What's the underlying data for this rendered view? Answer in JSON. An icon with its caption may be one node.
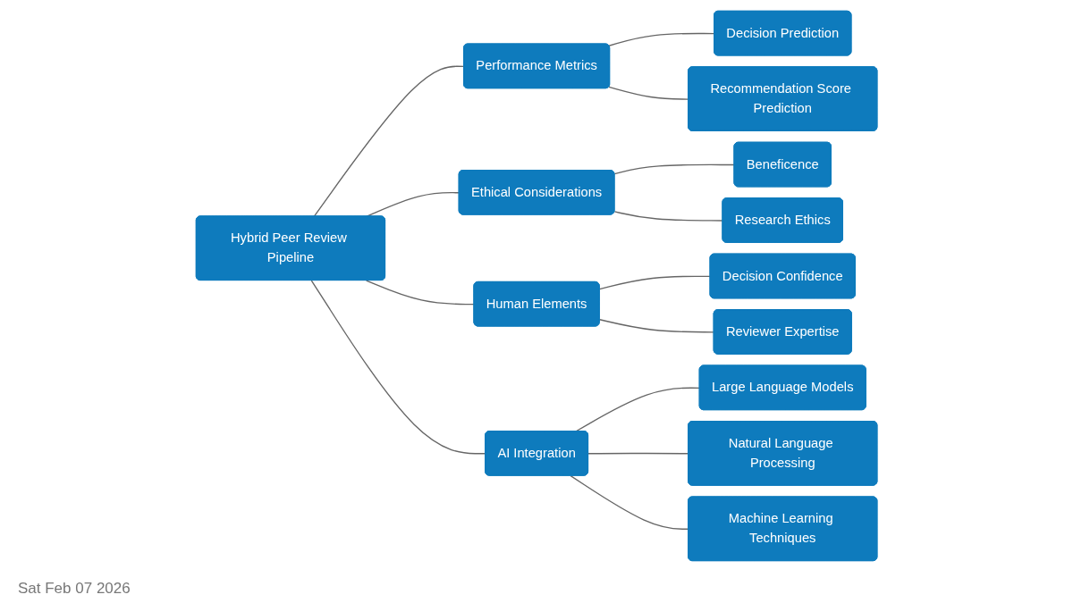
{
  "diagram": {
    "nodes": [
      {
        "text": [
          "Hybrid Peer Review Pipeline"
        ]
      },
      {
        "text": [
          "Performance Metrics"
        ]
      },
      {
        "text": [
          "Decision Prediction"
        ]
      },
      {
        "text": [
          "Recommendation Score Prediction"
        ]
      },
      {
        "text": [
          "Ethical Considerations"
        ]
      },
      {
        "text": [
          "Beneficence"
        ]
      },
      {
        "text": [
          "Research Ethics"
        ]
      },
      {
        "text": [
          "Human Elements"
        ]
      },
      {
        "text": [
          "Decision Confidence"
        ]
      },
      {
        "text": [
          "Reviewer Expertise"
        ]
      },
      {
        "text": [
          "AI Integration"
        ]
      },
      {
        "text": [
          "Large Language Models"
        ]
      },
      {
        "text": [
          "Natural Language Processing"
        ]
      },
      {
        "text": [
          "Machine Learning Techniques"
        ]
      }
    ],
    "edges": [
      {
        "from": 0,
        "to": 1,
        "arrow": "none"
      },
      {
        "from": 1,
        "to": 2,
        "arrow": "none"
      },
      {
        "from": 1,
        "to": 3,
        "arrow": "none"
      },
      {
        "from": 0,
        "to": 4,
        "arrow": "none"
      },
      {
        "from": 4,
        "to": 5,
        "arrow": "none"
      },
      {
        "from": 4,
        "to": 6,
        "arrow": "none"
      },
      {
        "from": 0,
        "to": 7,
        "arrow": "none"
      },
      {
        "from": 7,
        "to": 8,
        "arrow": "none"
      },
      {
        "from": 7,
        "to": 9,
        "arrow": "none"
      },
      {
        "from": 0,
        "to": 10,
        "arrow": "none"
      },
      {
        "from": 10,
        "to": 11,
        "arrow": "none"
      },
      {
        "from": 10,
        "to": 12,
        "arrow": "none"
      },
      {
        "from": 10,
        "to": 13,
        "arrow": "none"
      }
    ],
    "labels": [
      "Sat Feb 07 2026"
    ]
  }
}
